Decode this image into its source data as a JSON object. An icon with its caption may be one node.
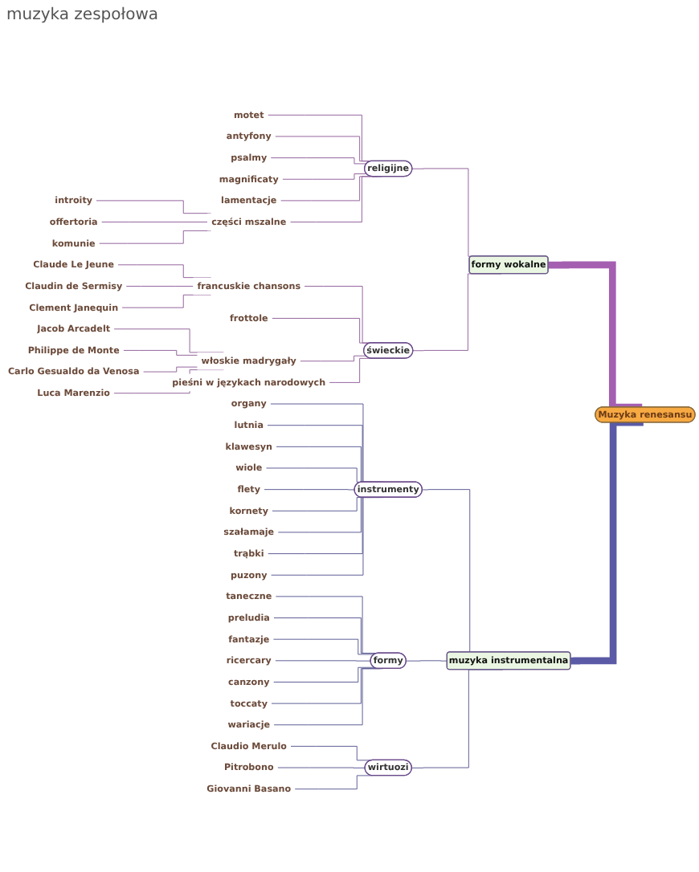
{
  "diagram": {
    "nodes": [
      {
        "text": [
          "Muzyka renesansu"
        ]
      },
      {
        "text": [
          "formy wokalne"
        ]
      },
      {
        "text": [
          "religijne"
        ]
      },
      {
        "text": [
          "motet"
        ]
      },
      {
        "text": [
          "antyfony"
        ]
      },
      {
        "text": [
          "psalmy"
        ]
      },
      {
        "text": [
          "magnificaty"
        ]
      },
      {
        "text": [
          "lamentacje"
        ]
      },
      {
        "text": [
          "części mszalne"
        ]
      },
      {
        "text": [
          "introity"
        ]
      },
      {
        "text": [
          "offertoria"
        ]
      },
      {
        "text": [
          "komunie"
        ]
      },
      {
        "text": [
          "świeckie"
        ]
      },
      {
        "text": [
          "francuskie chansons"
        ]
      },
      {
        "text": [
          "Claude Le Jeune"
        ]
      },
      {
        "text": [
          "Claudin de Sermisy"
        ]
      },
      {
        "text": [
          "Clement Janequin"
        ]
      },
      {
        "text": [
          "frottole"
        ]
      },
      {
        "text": [
          "włoskie madrygały"
        ]
      },
      {
        "text": [
          "Jacob Arcadelt"
        ]
      },
      {
        "text": [
          "Philippe de Monte"
        ]
      },
      {
        "text": [
          "Carlo Gesualdo da Venosa"
        ]
      },
      {
        "text": [
          "Luca Marenzio"
        ]
      },
      {
        "text": [
          "pieśni w językach narodowych"
        ]
      },
      {
        "text": [
          "muzyka instrumentalna"
        ]
      },
      {
        "text": [
          "instrumenty"
        ]
      },
      {
        "text": [
          "organy"
        ]
      },
      {
        "text": [
          "lutnia"
        ]
      },
      {
        "text": [
          "klawesyn"
        ]
      },
      {
        "text": [
          "wiole"
        ]
      },
      {
        "text": [
          "flety"
        ]
      },
      {
        "text": [
          "kornety"
        ]
      },
      {
        "text": [
          "szałamaje"
        ]
      },
      {
        "text": [
          "trąbki"
        ]
      },
      {
        "text": [
          "puzony"
        ]
      },
      {
        "text": [
          "formy"
        ]
      },
      {
        "text": [
          "taneczne"
        ]
      },
      {
        "text": [
          "preludia"
        ]
      },
      {
        "text": [
          "fantazje"
        ]
      },
      {
        "text": [
          "ricercary"
        ]
      },
      {
        "text": [
          "canzony"
        ]
      },
      {
        "text": [
          "toccaty"
        ]
      },
      {
        "text": [
          "wariacje"
        ]
      },
      {
        "text": [
          "wirtuozi"
        ]
      },
      {
        "text": [
          "Claudio Merulo"
        ]
      },
      {
        "text": [
          "Pitrobono"
        ]
      },
      {
        "text": [
          "Giovanni Basano"
        ]
      }
    ],
    "edges": [
      {
        "from": 0,
        "to": 1,
        "arrow": "none",
        "style": "thick",
        "color": "#a45fb0"
      },
      {
        "from": 1,
        "to": 2,
        "arrow": "none",
        "color": "#8c5a96"
      },
      {
        "from": 2,
        "to": 3,
        "arrow": "none",
        "color": "#8c5a96"
      },
      {
        "from": 2,
        "to": 4,
        "arrow": "none",
        "color": "#8c5a96"
      },
      {
        "from": 2,
        "to": 5,
        "arrow": "none",
        "color": "#8c5a96"
      },
      {
        "from": 2,
        "to": 6,
        "arrow": "none",
        "color": "#8c5a96"
      },
      {
        "from": 2,
        "to": 7,
        "arrow": "none",
        "color": "#8c5a96"
      },
      {
        "from": 2,
        "to": 8,
        "arrow": "none",
        "color": "#8c5a96"
      },
      {
        "from": 8,
        "to": 9,
        "arrow": "none",
        "color": "#8c5a96"
      },
      {
        "from": 8,
        "to": 10,
        "arrow": "none",
        "color": "#8c5a96"
      },
      {
        "from": 8,
        "to": 11,
        "arrow": "none",
        "color": "#8c5a96"
      },
      {
        "from": 1,
        "to": 12,
        "arrow": "none",
        "color": "#8c5a96"
      },
      {
        "from": 12,
        "to": 13,
        "arrow": "none",
        "color": "#8c5a96"
      },
      {
        "from": 13,
        "to": 14,
        "arrow": "none",
        "color": "#8c5a96"
      },
      {
        "from": 13,
        "to": 15,
        "arrow": "none",
        "color": "#8c5a96"
      },
      {
        "from": 13,
        "to": 16,
        "arrow": "none",
        "color": "#8c5a96"
      },
      {
        "from": 12,
        "to": 17,
        "arrow": "none",
        "color": "#8c5a96"
      },
      {
        "from": 12,
        "to": 18,
        "arrow": "none",
        "color": "#8c5a96"
      },
      {
        "from": 18,
        "to": 19,
        "arrow": "none",
        "color": "#8c5a96"
      },
      {
        "from": 18,
        "to": 20,
        "arrow": "none",
        "color": "#8c5a96"
      },
      {
        "from": 18,
        "to": 21,
        "arrow": "none",
        "color": "#8c5a96"
      },
      {
        "from": 18,
        "to": 22,
        "arrow": "none",
        "color": "#8c5a96"
      },
      {
        "from": 12,
        "to": 23,
        "arrow": "none",
        "color": "#8c5a96"
      },
      {
        "from": 0,
        "to": 24,
        "arrow": "none",
        "style": "thick",
        "color": "#5a5aa6"
      },
      {
        "from": 24,
        "to": 25,
        "arrow": "none",
        "color": "#52528f"
      },
      {
        "from": 25,
        "to": 26,
        "arrow": "none",
        "color": "#52528f"
      },
      {
        "from": 25,
        "to": 27,
        "arrow": "none",
        "color": "#52528f"
      },
      {
        "from": 25,
        "to": 28,
        "arrow": "none",
        "color": "#52528f"
      },
      {
        "from": 25,
        "to": 29,
        "arrow": "none",
        "color": "#52528f"
      },
      {
        "from": 25,
        "to": 30,
        "arrow": "none",
        "color": "#52528f"
      },
      {
        "from": 25,
        "to": 31,
        "arrow": "none",
        "color": "#52528f"
      },
      {
        "from": 25,
        "to": 32,
        "arrow": "none",
        "color": "#52528f"
      },
      {
        "from": 25,
        "to": 33,
        "arrow": "none",
        "color": "#52528f"
      },
      {
        "from": 25,
        "to": 34,
        "arrow": "none",
        "color": "#52528f"
      },
      {
        "from": 24,
        "to": 35,
        "arrow": "none",
        "color": "#52528f"
      },
      {
        "from": 35,
        "to": 36,
        "arrow": "none",
        "color": "#52528f"
      },
      {
        "from": 35,
        "to": 37,
        "arrow": "none",
        "color": "#52528f"
      },
      {
        "from": 35,
        "to": 38,
        "arrow": "none",
        "color": "#52528f"
      },
      {
        "from": 35,
        "to": 39,
        "arrow": "none",
        "color": "#52528f"
      },
      {
        "from": 35,
        "to": 40,
        "arrow": "none",
        "color": "#52528f"
      },
      {
        "from": 35,
        "to": 41,
        "arrow": "none",
        "color": "#52528f"
      },
      {
        "from": 35,
        "to": 42,
        "arrow": "none",
        "color": "#52528f"
      },
      {
        "from": 24,
        "to": 43,
        "arrow": "none",
        "color": "#52528f"
      },
      {
        "from": 43,
        "to": 44,
        "arrow": "none",
        "color": "#52528f"
      },
      {
        "from": 43,
        "to": 45,
        "arrow": "none",
        "color": "#52528f"
      },
      {
        "from": 43,
        "to": 46,
        "arrow": "none",
        "color": "#52528f"
      }
    ],
    "labels": [
      "muzyka zespołowa"
    ]
  }
}
